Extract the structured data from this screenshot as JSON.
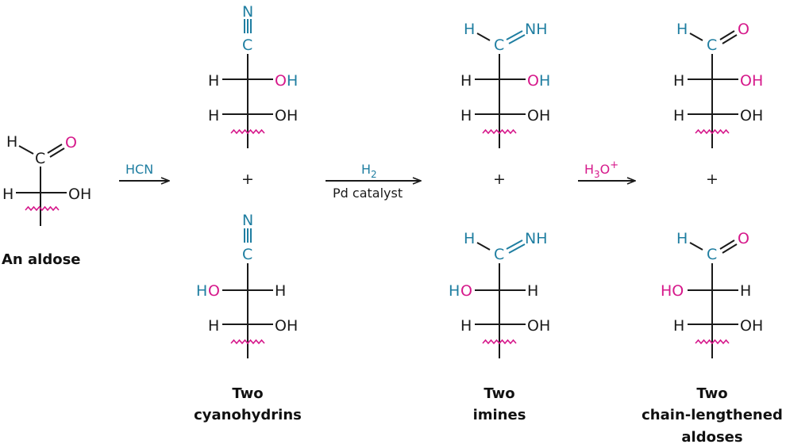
{
  "colors": {
    "blue": "#1f7ea1",
    "magenta": "#d6198b",
    "black": "#1a1a1a"
  },
  "starting_material": {
    "caption": "An aldose",
    "top": {
      "H": "H",
      "C": "C",
      "O": "O"
    },
    "row1": {
      "left": "H",
      "right": "OH"
    }
  },
  "steps": [
    {
      "reagent_above": "HCN",
      "reagent_below": ""
    },
    {
      "reagent_above": "H",
      "reagent_above_sub": "2",
      "reagent_below": "Pd catalyst"
    },
    {
      "reagent_above": "H",
      "reagent_above_sub": "3",
      "reagent_above_tail": "O",
      "reagent_above_sup": "+",
      "reagent_below": ""
    }
  ],
  "plus": "+",
  "cyanohydrins": {
    "caption_line1": "Two",
    "caption_line2": "cyanohydrins",
    "top": {
      "N": "N",
      "C": "C",
      "row1_left": "H",
      "row1_right_O": "O",
      "row1_right_H": "H",
      "row2_left": "H",
      "row2_right": "OH"
    },
    "bottom": {
      "N": "N",
      "C": "C",
      "row1_left_H": "H",
      "row1_left_O": "O",
      "row1_right": "H",
      "row2_left": "H",
      "row2_right": "OH"
    }
  },
  "imines": {
    "caption_line1": "Two",
    "caption_line2": "imines",
    "top": {
      "H": "H",
      "C": "C",
      "NH": "NH",
      "row1_left": "H",
      "row1_right_O": "O",
      "row1_right_H": "H",
      "row2_left": "H",
      "row2_right": "OH"
    },
    "bottom": {
      "H": "H",
      "C": "C",
      "NH": "NH",
      "row1_left_H": "H",
      "row1_left_O": "O",
      "row1_right": "H",
      "row2_left": "H",
      "row2_right": "OH"
    }
  },
  "aldoses": {
    "caption_line1": "Two",
    "caption_line2": "chain-lengthened",
    "caption_line3": "aldoses",
    "top": {
      "H": "H",
      "C": "C",
      "O": "O",
      "row1_left": "H",
      "row1_right": "OH",
      "row2_left": "H",
      "row2_right": "OH"
    },
    "bottom": {
      "H": "H",
      "C": "C",
      "O": "O",
      "row1_left": "HO",
      "row1_right": "H",
      "row2_left": "H",
      "row2_right": "OH"
    }
  }
}
